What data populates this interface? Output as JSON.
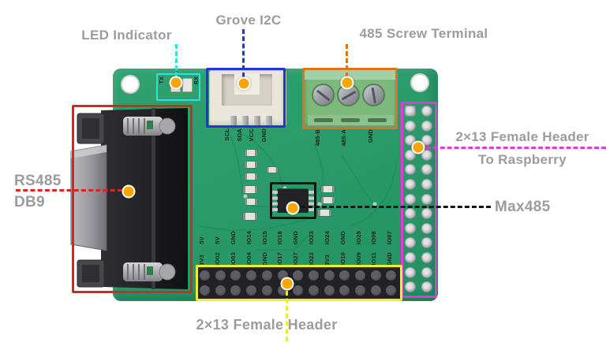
{
  "figure": {
    "type": "annotated-hardware-photo",
    "subject": "RS485 shield board for Raspberry Pi",
    "background_color": "#FFFFFF",
    "label_text_color": "#9C9C9C",
    "marker_dot_color": "#F7A600",
    "pcb_color": "#2A9B6B"
  },
  "annotations": {
    "led_indicator": {
      "label": "LED Indicator",
      "accent": "#2BE3DF"
    },
    "grove_i2c": {
      "label": "Grove I2C",
      "accent": "#2136D6"
    },
    "screw_terminal": {
      "label": "485 Screw Terminal",
      "accent": "#DD7419"
    },
    "right_header": {
      "label_line1": "2×13 Female Header",
      "label_line2": "To Raspberry",
      "accent": "#DA3FD5"
    },
    "max485": {
      "label": "Max485",
      "accent": "#141414"
    },
    "db9": {
      "label_line1": "RS485",
      "label_line2": "DB9",
      "accent": "#D8271D"
    },
    "bottom_header": {
      "label": "2×13 Female Header",
      "accent": "#EDED2F"
    }
  },
  "board": {
    "silkscreen": {
      "led_tx": "TX",
      "led_rx": "RX",
      "grove_pins": [
        "SCL",
        "SDA",
        "VCC",
        "GND"
      ],
      "terminal_pins": [
        "485-B",
        "485-A",
        "GND"
      ],
      "gpio_top_row": [
        "5V",
        "5V",
        "GND",
        "IO14",
        "IO15",
        "IO18",
        "GND",
        "IO23",
        "IO24",
        "GND",
        "IO25",
        "IO08",
        "IO07"
      ],
      "gpio_bottom_row": [
        "3V3",
        "IO02",
        "IO03",
        "IO04",
        "GND",
        "IO17",
        "IO27",
        "IO22",
        "3V3",
        "IO10",
        "IO09",
        "IO11",
        "GND"
      ]
    },
    "right_header": {
      "rows": 13,
      "cols": 2
    },
    "bottom_header": {
      "rows": 2,
      "cols": 13
    }
  }
}
